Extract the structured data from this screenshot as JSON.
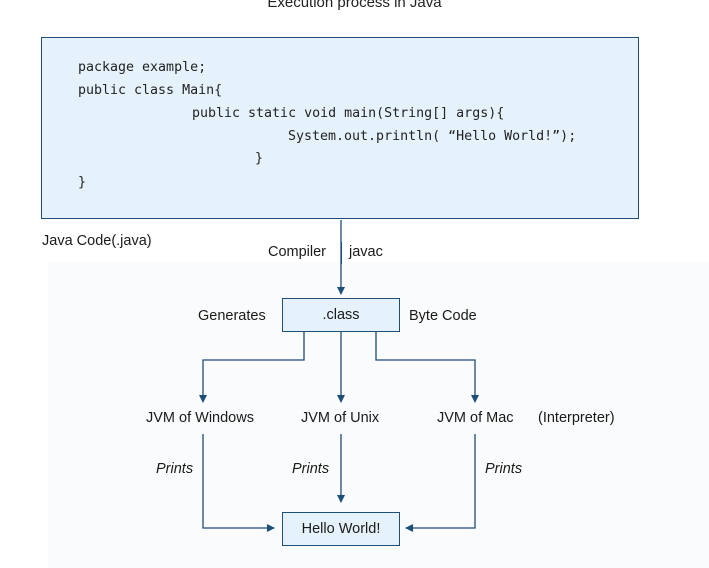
{
  "title": "Execution process in Java",
  "code_lines": [
    "package example;",
    "public class Main{",
    "public static void main(String[] args){",
    "System.out.println( “Hello World!”);",
    "}",
    "}"
  ],
  "labels": {
    "java_code": "Java Code(.java)",
    "compiler": "Compiler",
    "javac": "javac",
    "generates": "Generates",
    "class_node": ".class",
    "byte_code": "Byte Code",
    "jvm_windows": "JVM of Windows",
    "jvm_unix": "JVM of Unix",
    "jvm_mac": "JVM of Mac",
    "interpreter": "(Interpreter)",
    "prints_windows": "Prints",
    "prints_unix": "Prints",
    "prints_mac": "Prints",
    "output_node": "Hello World!"
  },
  "colors": {
    "box_fill": "#e6f2fb",
    "line": "#1f4e79"
  }
}
